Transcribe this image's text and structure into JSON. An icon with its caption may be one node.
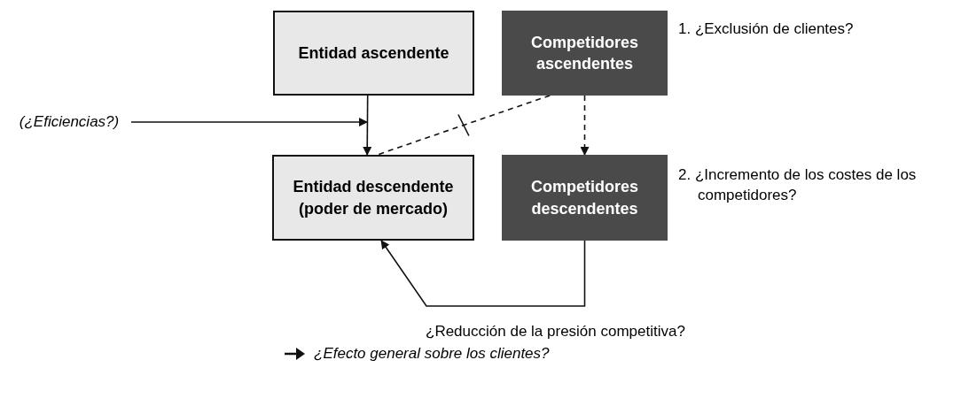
{
  "diagram": {
    "nodes": [
      {
        "text": [
          "Entidad ascendente"
        ]
      },
      {
        "text": [
          "Competidores ascendentes"
        ]
      },
      {
        "text": [
          "(¿Eficiencias?)"
        ]
      },
      {
        "text": [
          "Entidad descendente (poder de mercado)"
        ]
      },
      {
        "text": [
          "Competidores descendentes"
        ]
      }
    ],
    "edges": [
      {
        "from": 0,
        "to": 3,
        "arrow": "to"
      },
      {
        "from": 2,
        "to": null,
        "arrow": "to"
      },
      {
        "from": 1,
        "to": 3,
        "arrow": "none",
        "style": "dashed"
      },
      {
        "from": 1,
        "to": 4,
        "arrow": "to",
        "style": "dashed"
      },
      {
        "from": 4,
        "to": 3,
        "arrow": "to",
        "label": "¿Reducción de la presión competitiva?"
      }
    ],
    "labels": [
      "1. ¿Exclusión de clientes?",
      "2. ¿Incremento de los costes de los competidores?",
      "¿Efecto general sobre los clientes?"
    ]
  }
}
